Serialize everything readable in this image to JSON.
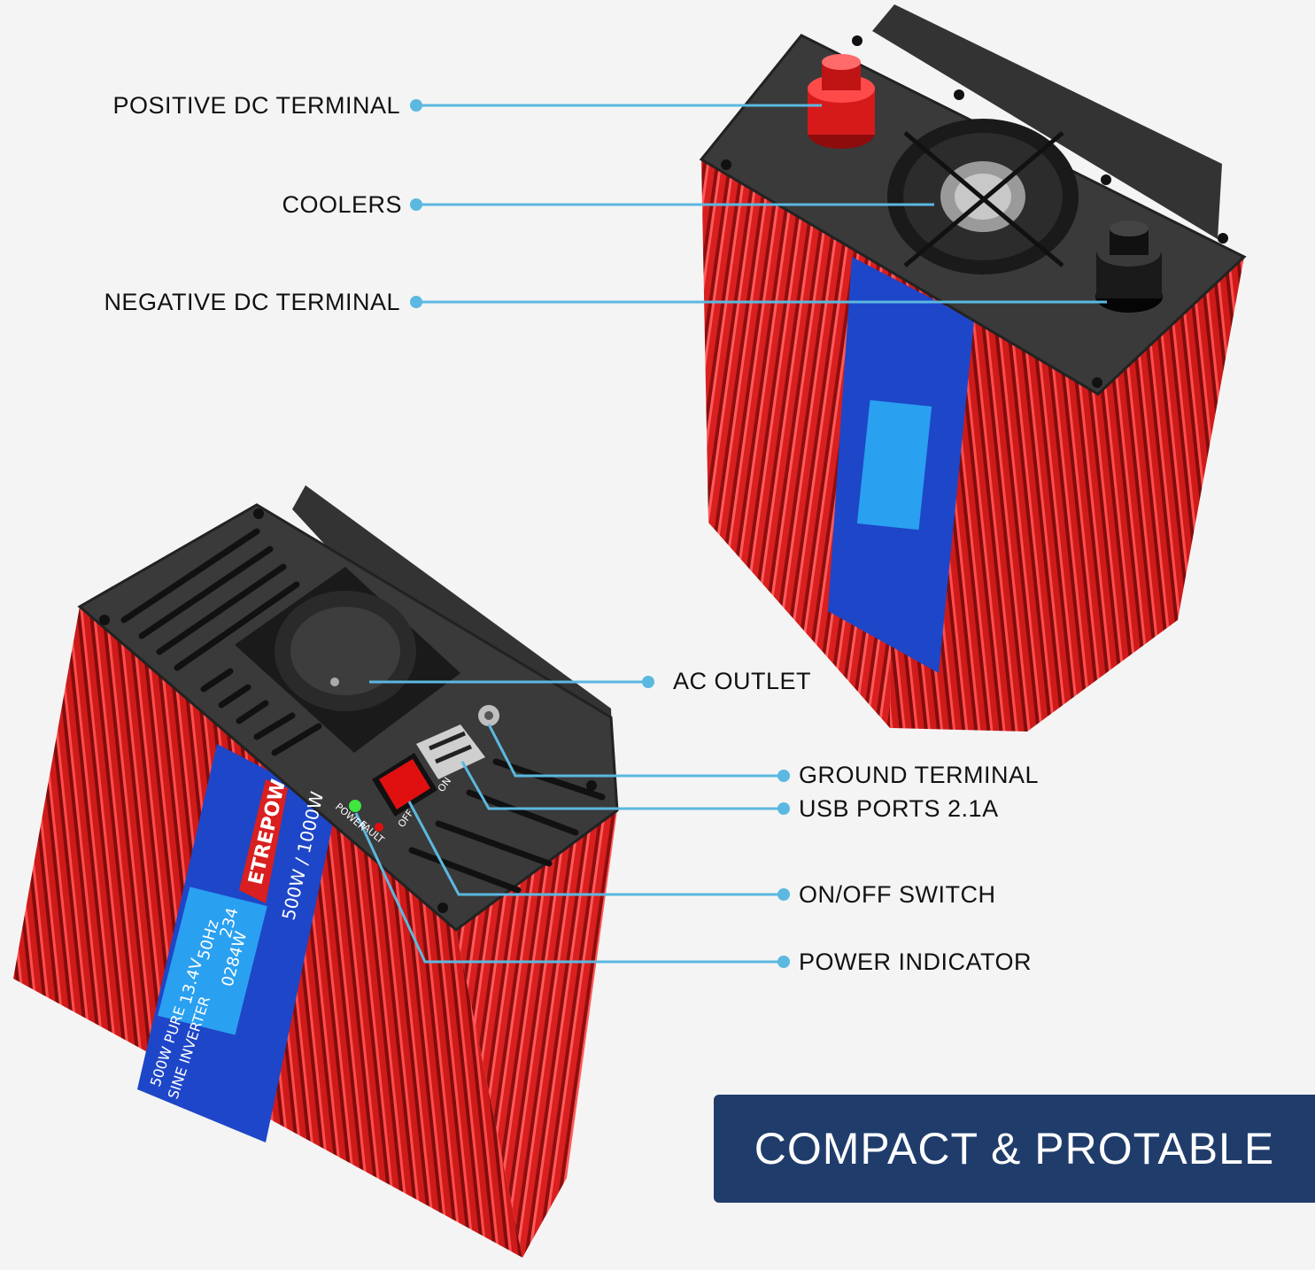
{
  "colors": {
    "background": "#f4f4f4",
    "leader_line": "#5bb8e0",
    "casing_red": "#d91f1f",
    "panel_dark": "#3a3a3a",
    "label_blue": "#1e46c8",
    "banner": "#1f3c6b"
  },
  "callouts": {
    "positive_dc_terminal": "POSITIVE DC TERMINAL",
    "coolers": "COOLERS",
    "negative_dc_terminal": "NEGATIVE DC TERMINAL",
    "ac_outlet": "AC OUTLET",
    "ground_terminal": "GROUND TERMINAL",
    "usb_ports": "USB PORTS 2.1A",
    "on_off_switch": "ON/OFF SWITCH",
    "power_indicator": "POWER INDICATOR"
  },
  "banner": {
    "text": "COMPACT & PROTABLE"
  },
  "product_labels": {
    "brand": "ETREPOW",
    "rating": "500W / 1000W",
    "model_line1": "500W PURE",
    "model_line2": "SINE INVERTER",
    "lcd_voltage": "13.4V",
    "lcd_frequency": "50Hz",
    "lcd_ac_out": "234",
    "lcd_power": "0284W",
    "panel_on": "ON",
    "panel_off": "OFF",
    "panel_power": "POWER",
    "panel_fault": "FAULT"
  }
}
